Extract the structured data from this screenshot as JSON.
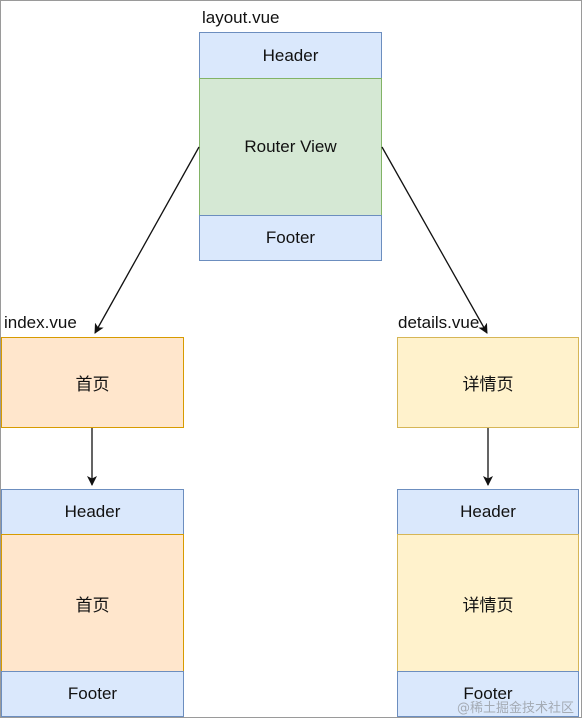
{
  "layout": {
    "filename": "layout.vue",
    "header": "Header",
    "router_view": "Router View",
    "footer": "Footer"
  },
  "index": {
    "filename": "index.vue",
    "page": "首页",
    "result_header": "Header",
    "result_body": "首页",
    "result_footer": "Footer"
  },
  "details": {
    "filename": "details.vue",
    "page": "详情页",
    "result_header": "Header",
    "result_body": "详情页",
    "result_footer": "Footer"
  },
  "watermark": "@稀土掘金技术社区",
  "colors": {
    "blue_fill": "#dae8fc",
    "blue_stroke": "#6c8ebf",
    "green_fill": "#d5e8d4",
    "green_stroke": "#82b366",
    "orange_fill": "#ffe6cc",
    "orange_stroke": "#d79b00",
    "yellow_fill": "#fff2cc",
    "yellow_stroke": "#d6b656"
  }
}
